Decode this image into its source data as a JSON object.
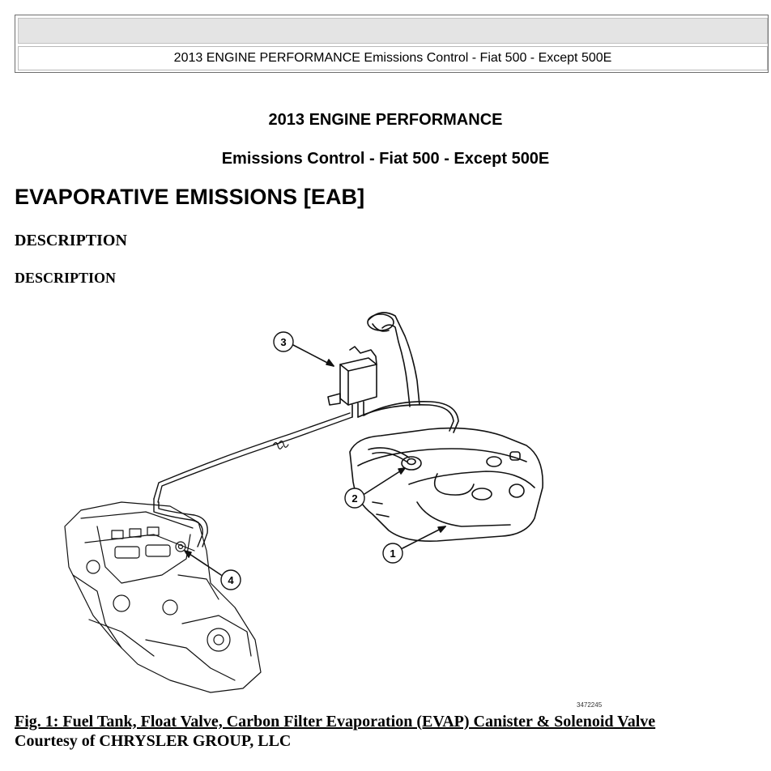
{
  "header": {
    "title": "2013 ENGINE PERFORMANCE Emissions Control - Fiat 500 - Except 500E"
  },
  "document": {
    "heading_primary": "2013 ENGINE PERFORMANCE",
    "heading_secondary": "Emissions Control - Fiat 500 - Except 500E",
    "section_title": "EVAPORATIVE EMISSIONS [EAB]",
    "subsection_title": "DESCRIPTION",
    "subsubsection_title": "DESCRIPTION"
  },
  "figure": {
    "callouts": [
      "1",
      "2",
      "3",
      "4"
    ],
    "image_id": "3472245",
    "caption": "Fig. 1: Fuel Tank, Float Valve, Carbon Filter Evaporation (EVAP) Canister & Solenoid Valve",
    "courtesy": "Courtesy of CHRYSLER GROUP, LLC"
  }
}
